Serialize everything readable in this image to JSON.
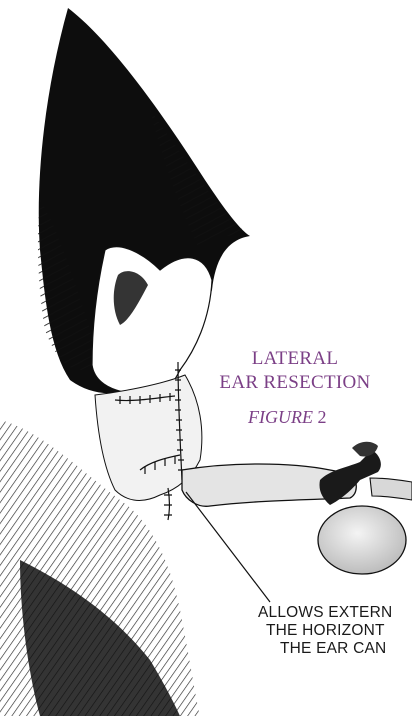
{
  "title": {
    "line1": "LATERAL",
    "line2": "EAR RESECTION"
  },
  "figure_label": {
    "word": "FIGURE",
    "number": "2"
  },
  "callout": {
    "line1": "ALLOWS EXTERN",
    "line2": "THE HORIZONT",
    "line3": "THE EAR CAN"
  },
  "colors": {
    "title": "#7b3f86",
    "ink": "#111111",
    "canal_fill": "#e4e4e4",
    "background": "#ffffff"
  }
}
